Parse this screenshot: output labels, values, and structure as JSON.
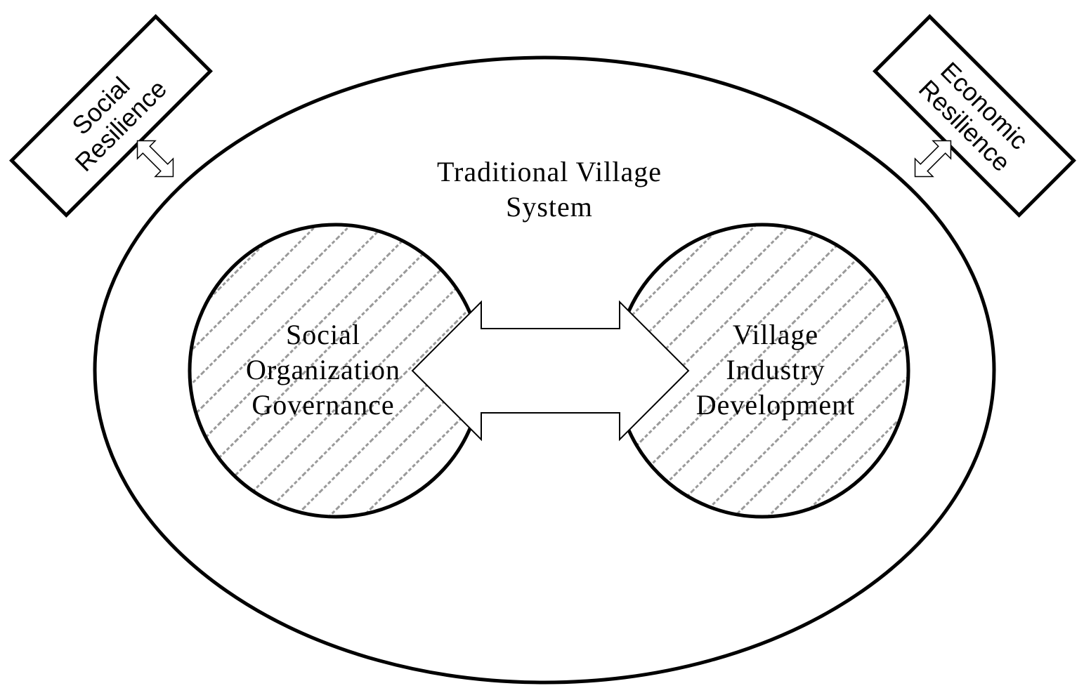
{
  "diagram": {
    "outer_system": {
      "line1": "Traditional Village",
      "line2": "System"
    },
    "left_circle": {
      "line1": "Social",
      "line2": "Organization",
      "line3": "Governance"
    },
    "right_circle": {
      "line1": "Village",
      "line2": "Industry",
      "line3": "Development"
    },
    "left_box": {
      "line1": "Social",
      "line2": "Resilience"
    },
    "right_box": {
      "line1": "Economic",
      "line2": "Resilience"
    },
    "colors": {
      "stroke": "#000000",
      "hatch": "#9a9a9a",
      "background": "#ffffff"
    }
  }
}
